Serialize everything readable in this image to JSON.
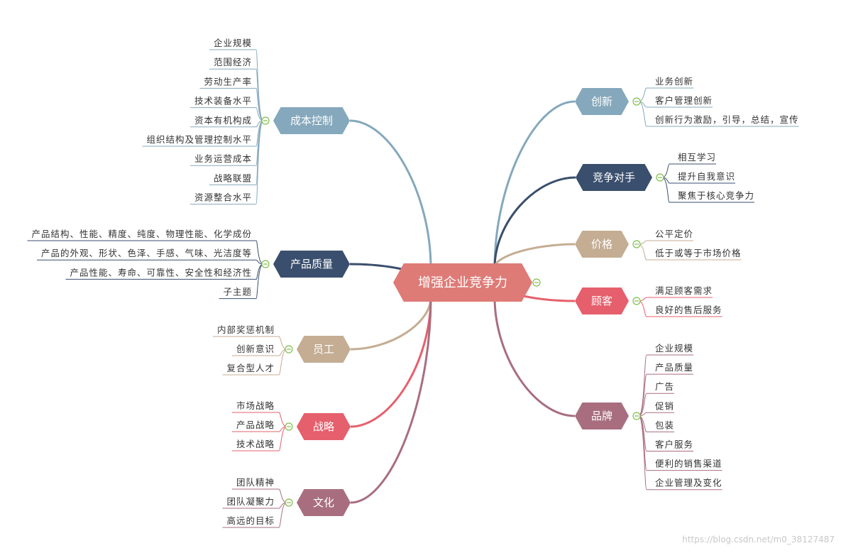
{
  "root": {
    "label": "增强企业竞争力",
    "color": "#de7b77"
  },
  "colors": {
    "steel": "#85a8bc",
    "navy": "#3a4f6d",
    "tan": "#c4ad93",
    "red": "#e65f6c",
    "mauve": "#a86e80",
    "leaf_text": "#333333",
    "toggle": "#7fbf4b"
  },
  "branches": [
    {
      "id": "cost",
      "label": "成本控制",
      "color": "#85a8bc",
      "children": [
        "企业规模",
        "范围经济",
        "劳动生产率",
        "技术装备水平",
        "资本有机构成",
        "组织结构及管理控制水平",
        "业务运营成本",
        "战略联盟",
        "资源整合水平"
      ]
    },
    {
      "id": "quality",
      "label": "产品质量",
      "color": "#3a4f6d",
      "children": [
        "产品结构、性能、精度、纯度、物理性能、化学成份",
        "产品的外观、形状、色泽、手感、气味、光洁度等",
        "产品性能、寿命、可靠性、安全性和经济性",
        "子主题"
      ]
    },
    {
      "id": "staff",
      "label": "员工",
      "color": "#c4ad93",
      "children": [
        "内部奖惩机制",
        "创新意识",
        "复合型人才"
      ]
    },
    {
      "id": "strategy",
      "label": "战略",
      "color": "#e65f6c",
      "children": [
        "市场战略",
        "产品战略",
        "技术战略"
      ]
    },
    {
      "id": "culture",
      "label": "文化",
      "color": "#a86e80",
      "children": [
        "团队精神",
        "团队凝聚力",
        "高远的目标"
      ]
    },
    {
      "id": "innovation",
      "label": "创新",
      "color": "#85a8bc",
      "children": [
        "业务创新",
        "客户管理创新",
        "创新行为激励，引导，总结，宣传"
      ]
    },
    {
      "id": "competitor",
      "label": "竞争对手",
      "color": "#3a4f6d",
      "children": [
        "相互学习",
        "提升自我意识",
        "聚焦于核心竞争力"
      ]
    },
    {
      "id": "price",
      "label": "价格",
      "color": "#c4ad93",
      "children": [
        "公平定价",
        "低于或等于市场价格"
      ]
    },
    {
      "id": "customer",
      "label": "顾客",
      "color": "#e65f6c",
      "children": [
        "满足顾客需求",
        "良好的售后服务"
      ]
    },
    {
      "id": "brand",
      "label": "品牌",
      "color": "#a86e80",
      "children": [
        "企业规模",
        "产品质量",
        "广告",
        "促销",
        "包装",
        "客户服务",
        "便利的销售渠道",
        "企业管理及变化"
      ]
    }
  ],
  "watermark": "https://blog.csdn.net/m0_38127487"
}
